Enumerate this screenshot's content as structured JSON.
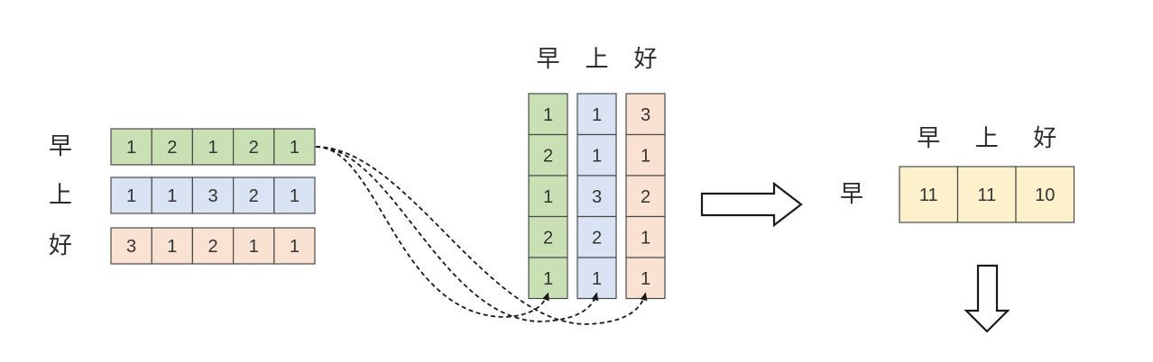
{
  "colors": {
    "green": "#c9e0b5",
    "blue": "#dae3f3",
    "peach": "#f9e2d1",
    "yellow": "#fdf1cc"
  },
  "words": [
    "早",
    "上",
    "好"
  ],
  "left_matrix": {
    "rows": [
      {
        "label": "早",
        "values": [
          "1",
          "2",
          "1",
          "2",
          "1"
        ],
        "color": "green"
      },
      {
        "label": "上",
        "values": [
          "1",
          "1",
          "3",
          "2",
          "1"
        ],
        "color": "blue"
      },
      {
        "label": "好",
        "values": [
          "3",
          "1",
          "2",
          "1",
          "1"
        ],
        "color": "peach"
      }
    ]
  },
  "transposed": {
    "columns": [
      {
        "label": "早",
        "values": [
          "1",
          "2",
          "1",
          "2",
          "1"
        ],
        "color": "green"
      },
      {
        "label": "上",
        "values": [
          "1",
          "1",
          "3",
          "2",
          "1"
        ],
        "color": "blue"
      },
      {
        "label": "好",
        "values": [
          "3",
          "1",
          "2",
          "1",
          "1"
        ],
        "color": "peach"
      }
    ]
  },
  "result": {
    "row_label": "早",
    "col_labels": [
      "早",
      "上",
      "好"
    ],
    "values": [
      "11",
      "11",
      "10"
    ],
    "color": "yellow"
  },
  "icons": {
    "right_arrow": "right-arrow-icon",
    "down_arrow": "down-arrow-icon"
  }
}
